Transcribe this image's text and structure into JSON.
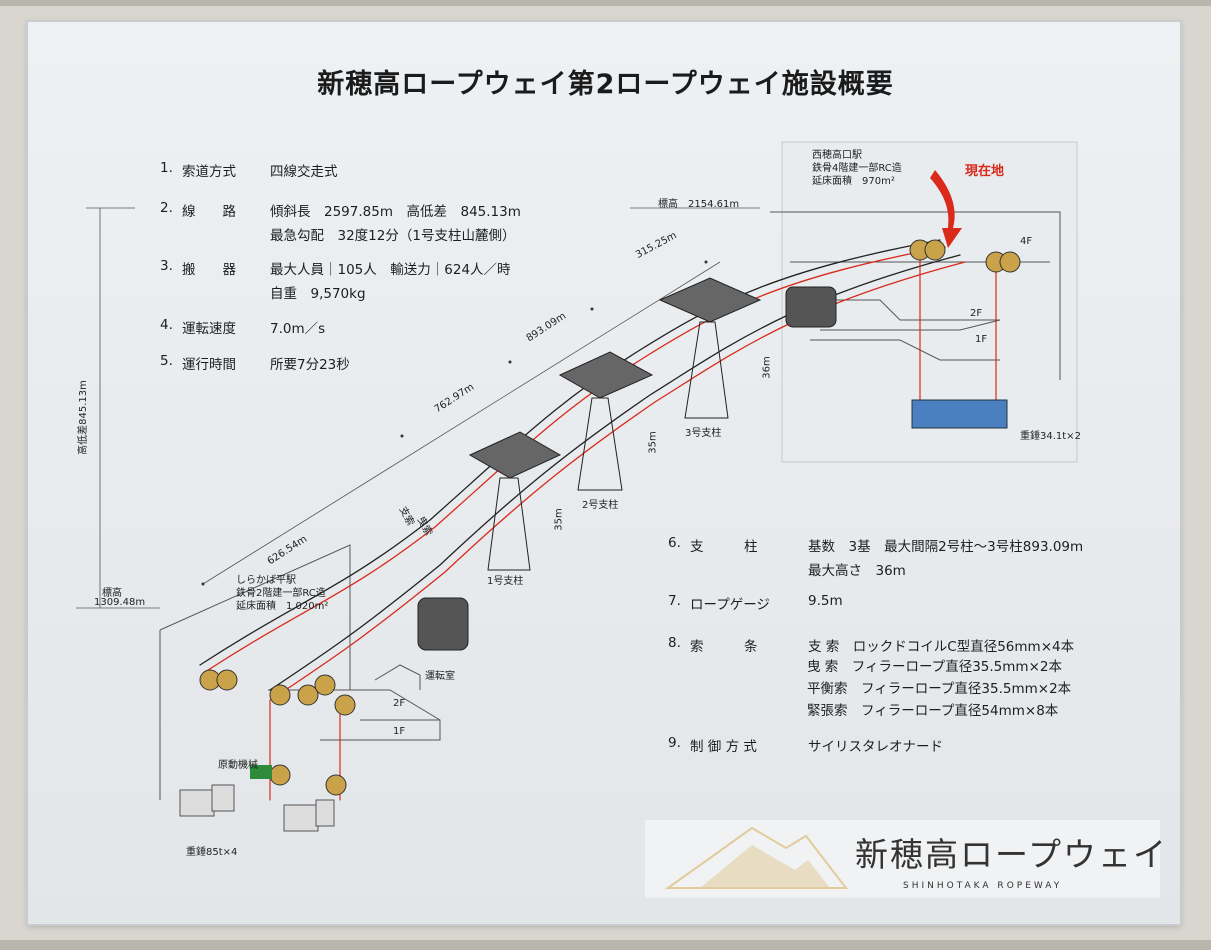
{
  "title": "新穂高ロープウェイ第2ロープウェイ施設概要",
  "specs": [
    {
      "num": "1.",
      "key": "索道方式",
      "value": "四線交走式",
      "value2": ""
    },
    {
      "num": "2.",
      "key": "線　　路",
      "value": "傾斜長　2597.85m　高低差　845.13m",
      "value2": "最急勾配　32度12分（1号支柱山麓側）"
    },
    {
      "num": "3.",
      "key": "搬　　器",
      "value": "最大人員｜105人　輸送力｜624人／時",
      "value2": "自重　9,570kg"
    },
    {
      "num": "4.",
      "key": "運転速度",
      "value": "7.0m／s",
      "value2": ""
    },
    {
      "num": "5.",
      "key": "運行時間",
      "value": "所要7分23秒",
      "value2": ""
    }
  ],
  "specs2": [
    {
      "num": "6.",
      "key": "支　　　柱",
      "value": "基数　3基　最大間隔2号柱～3号柱893.09m",
      "value2": "最大高さ　36m"
    },
    {
      "num": "7.",
      "key": "ロープゲージ",
      "value": "9.5m",
      "value2": ""
    },
    {
      "num": "8.",
      "key": "索　　　条",
      "value": "支 索　ロックドコイルC型直径56mm×4本",
      "value2": ""
    },
    {
      "num": "9.",
      "key": "制 御 方 式",
      "value": "サイリスタレオナード",
      "value2": ""
    }
  ],
  "cables_extra": [
    "曳 索　フィラーロープ直径35.5mm×2本",
    "平衡索　フィラーロープ直径35.5mm×2本",
    "緊張索　フィラーロープ直径54mm×8本"
  ],
  "diagram": {
    "top_station": [
      "西穂高口駅",
      "鉄骨4階建一部RC造",
      "延床面積　970m²"
    ],
    "current_location": "現在地",
    "bottom_station": [
      "しらかば平駅",
      "鉄骨2階建一部RC造",
      "延床面積　1,020m²"
    ],
    "elev_top": "標高　2154.61m",
    "elev_bottom_1": "標高",
    "elev_bottom_2": "1309.48m",
    "height_diff": "高低差845.13m",
    "spans": [
      "626.54m",
      "762.97m",
      "893.09m",
      "315.25m"
    ],
    "towers": [
      "1号支柱",
      "2号支柱",
      "3号支柱"
    ],
    "tower_heights": [
      "35m",
      "35m",
      "36m"
    ],
    "floors_top": [
      "4F",
      "2F",
      "1F"
    ],
    "floors_bottom": [
      "2F",
      "1F"
    ],
    "control_room": "運転室",
    "drive": "原動機械",
    "weight_top": "重錘34.1t×2",
    "weight_bottom": "重錘85t×4",
    "rope_labels": [
      "支索",
      "曳索"
    ]
  },
  "logo": {
    "name": "新穂高ロープウェイ",
    "sub": "SHINHOTAKA ROPEWAY"
  },
  "colors": {
    "rope_red": "#d92a1c",
    "tower": "#333333",
    "accent": "#c9a24a"
  }
}
